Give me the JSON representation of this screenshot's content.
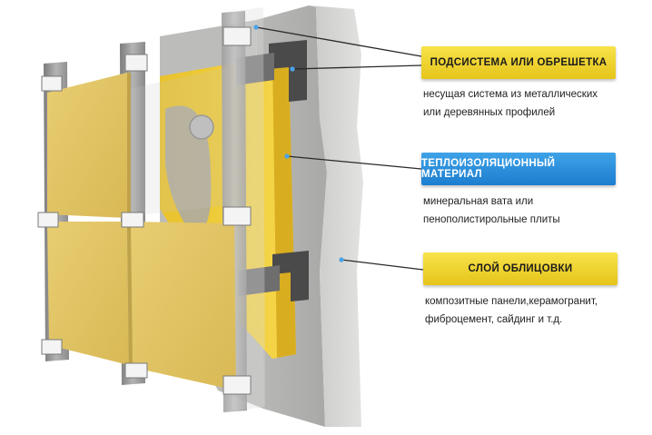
{
  "layers": [
    {
      "title": "ПОДСИСТЕМА ИЛИ ОБРЕШЕТКА",
      "lines": [
        "несущая система из металлических",
        "или деревянных профилей"
      ]
    },
    {
      "title": "ТЕПЛОИЗОЛЯЦИОННЫЙ МАТЕРИАЛ",
      "lines": [
        "минеральная вата или",
        "пенополистирольные плиты"
      ]
    },
    {
      "title": "СЛОЙ ОБЛИЦОВКИ",
      "lines": [
        "композитные панели,керамогранит,",
        "фиброцемент, сайдинг и т.д."
      ]
    }
  ],
  "colors": {
    "yellow_callout": "#f2d835",
    "blue_callout": "#2a8fdc",
    "panel": "#e2c568",
    "insulation": "#f2cf3a",
    "wall": "#d4d4d2",
    "rail": "#9a9a9a",
    "leader_line": "#2a2a2a"
  }
}
